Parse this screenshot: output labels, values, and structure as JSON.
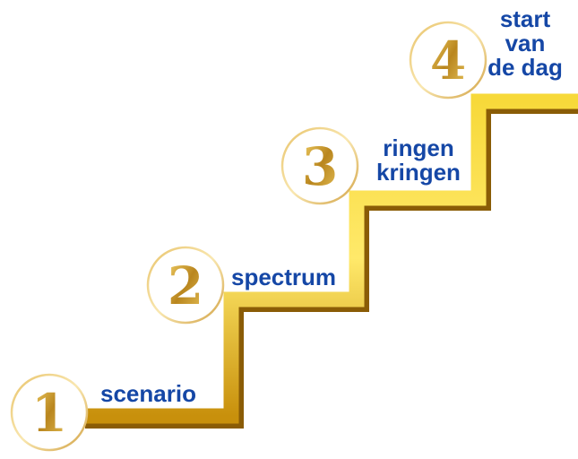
{
  "steps": [
    {
      "number": "1",
      "label": "scenario"
    },
    {
      "number": "2",
      "label": "spectrum"
    },
    {
      "number": "3",
      "label_lines": [
        "ringen",
        "kringen"
      ]
    },
    {
      "number": "4",
      "label_lines": [
        "start",
        "van",
        "de dag"
      ]
    }
  ],
  "colors": {
    "gold": "#e2b614",
    "gold_dark": "#9a6a08",
    "gold_light": "#fff6a8",
    "text": "#1547a6"
  }
}
